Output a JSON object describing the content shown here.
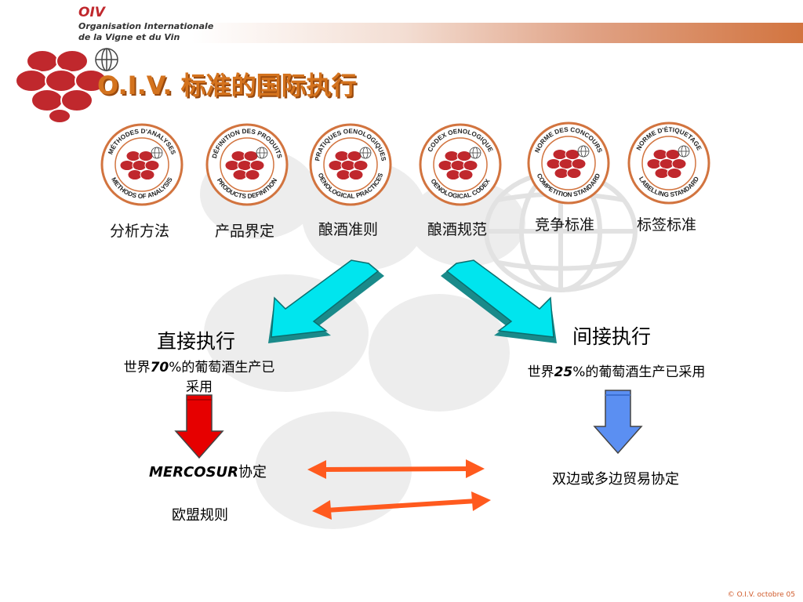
{
  "brand": {
    "oiv": "OIV",
    "line1": "Organisation Internationale",
    "line2": "de la Vigne et du Vin"
  },
  "title": "O.I.V. 标准的国际执行",
  "badges": [
    {
      "top_text": "MÉTHODES D'ANALYSES",
      "bottom_text": "METHODS OF ANALYSIS",
      "label": "分析方法"
    },
    {
      "top_text": "DÉFINITION DES PRODUITS",
      "bottom_text": "PRODUCTS DEFINITION",
      "label": "产品界定"
    },
    {
      "top_text": "PRATIQUES OENOLOGIQUES",
      "bottom_text": "OENOLOGICAL PRACTICES",
      "label": "酿酒准则"
    },
    {
      "top_text": "CODEX OENOLOGIQUE",
      "bottom_text": "OENOLOGICAL CODEX",
      "label": "酿酒规范"
    },
    {
      "top_text": "NORME DES CONCOURS",
      "bottom_text": "COMPETITION STANDARD",
      "label": "竞争标准"
    },
    {
      "top_text": "NORME D'ÉTIQUETAGE",
      "bottom_text": "LABELLING STANDARD",
      "label": "标签标准"
    }
  ],
  "direct": {
    "heading": "直接执行",
    "line1_a": "世界",
    "line1_b": "70",
    "line1_c": "%的葡萄酒生产已",
    "line2": "采用"
  },
  "indirect": {
    "heading": "间接执行",
    "line1_a": "世界",
    "line1_b": "25",
    "line1_c": "%的葡萄酒生产已采用"
  },
  "mercosur": {
    "bold": "MERCOSUR",
    "rest": "协定"
  },
  "eu": "欧盟规则",
  "bilateral": "双边或多边贸易协定",
  "footer": "© O.I.V. octobre 05",
  "colors": {
    "title": "#d4731e",
    "badge_ring": "#d2743f",
    "grape": "#c0282d",
    "arrow_cyan": "#00e5ee",
    "arrow_red": "#e60000",
    "arrow_blue": "#5b8ff2",
    "arrow_orange": "#ff5a1e"
  }
}
